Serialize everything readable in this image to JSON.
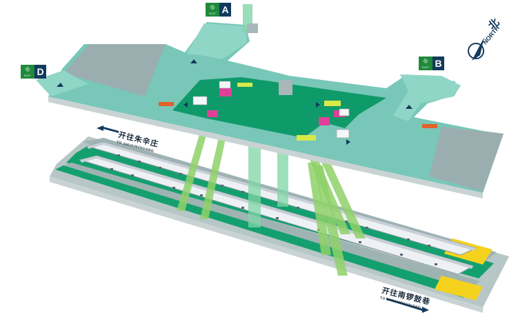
{
  "exits": [
    {
      "letter": "A",
      "icon_text": "EXIT"
    },
    {
      "letter": "B",
      "icon_text": "EXIT"
    },
    {
      "letter": "D",
      "icon_text": "EXIT"
    }
  ],
  "directions": {
    "top": {
      "cn": "开往朱辛庄",
      "en": "TO ZHUXINZHUANG"
    },
    "bottom": {
      "cn": "开往南锣鼓巷",
      "en": "TO NANLUOGUXIANG"
    }
  },
  "compass": {
    "cn": "北",
    "en": "NORTH"
  },
  "colors": {
    "concourse_floor": "#78c7b8",
    "paid_area": "#0f9a6a",
    "platform_green": "#14a06e",
    "track_gray": "#9fb3b3",
    "stair_green": "#8fd16a",
    "accent_navy": "#123a5c",
    "safety_yellow": "#f4d21e",
    "ticket_machine_pink": "#e0409a"
  }
}
